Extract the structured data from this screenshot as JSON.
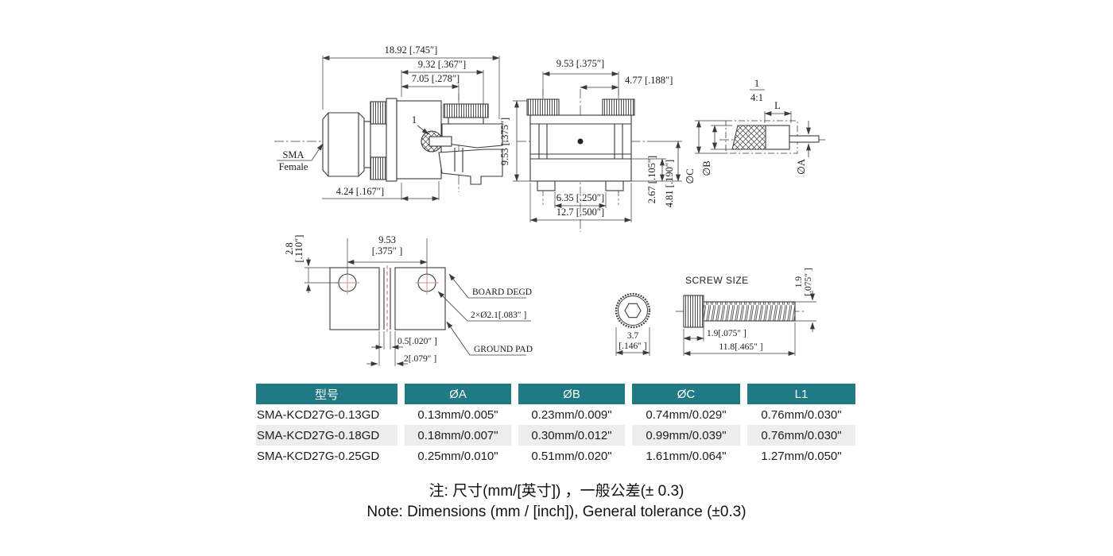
{
  "doc": {
    "product_family": "SMA-KCD27G coaxial connector drawing"
  },
  "drawings": {
    "side_view": {
      "dim_total": "18.92 [.745″]",
      "dim_body": "9.32 [.367″]",
      "dim_front": "7.05 [.278″]",
      "dim_barrel": "4.24 [.167″]",
      "callout": "1",
      "connector_label_line1": "SMA",
      "connector_label_line2": "Female"
    },
    "top_view": {
      "dim_screw_spacing": "9.53 [.375″]",
      "dim_half_spacing": "4.77 [.188″]",
      "dim_height": "9.53 [.375″]",
      "dim_slot": "6.35 [.250″]",
      "dim_width": "12.7 [.500″]",
      "dim_step": "2.67 [.105″]",
      "dim_base": "4.81 [.190″]"
    },
    "detail_view": {
      "callout": "1",
      "scale": "4:1",
      "dim_l": "L",
      "dia_a": "∅A",
      "dia_b": "∅B",
      "dia_c": "∅C"
    },
    "board_view": {
      "dim_edge_mm": "2.8",
      "dim_edge_in": "[.110″]",
      "dim_pitch_mm": "9.53",
      "dim_pitch_in": "[.375″ ]",
      "label_board": "BOARD DEGD",
      "label_holes": "2×Ø2.1[.083″ ]",
      "dim_slot_width": "0.5[.020″ ]",
      "dim_gap": "2[.079″ ]",
      "label_ground": "GROUND PAD"
    },
    "screw_view": {
      "title": "SCREW SIZE",
      "dim_head_dia_mm": "3.7",
      "dim_head_dia_in": "[.146″ ]",
      "dim_head_len": "1.9[.075″ ]",
      "dim_total_len": "11.8[.465″ ]",
      "dim_thread_mm": "1.9",
      "dim_thread_in": "[.075″ ]"
    }
  },
  "table": {
    "headers": [
      "型号",
      "ØA",
      "ØB",
      "ØC",
      "L1"
    ],
    "rows": [
      [
        "SMA-KCD27G-0.13GD",
        "0.13mm/0.005\"",
        "0.23mm/0.009\"",
        "0.74mm/0.029\"",
        "0.76mm/0.030\""
      ],
      [
        "SMA-KCD27G-0.18GD",
        "0.18mm/0.007\"",
        "0.30mm/0.012\"",
        "0.99mm/0.039\"",
        "0.76mm/0.030\""
      ],
      [
        "SMA-KCD27G-0.25GD",
        "0.25mm/0.010\"",
        "0.51mm/0.020\"",
        "1.61mm/0.064\"",
        "1.27mm/0.050\""
      ]
    ]
  },
  "notes": {
    "zh": "注: 尺寸(mm/[英寸]) ，一般公差(± 0.3)",
    "en": "Note: Dimensions (mm / [inch]), General tolerance (±0.3)"
  },
  "colors": {
    "header_bg": "#1f7a85",
    "header_text": "#ffffff",
    "alt_row_bg": "#ededed",
    "line": "#3a3a3a",
    "red_centerline": "#d96b6b"
  }
}
